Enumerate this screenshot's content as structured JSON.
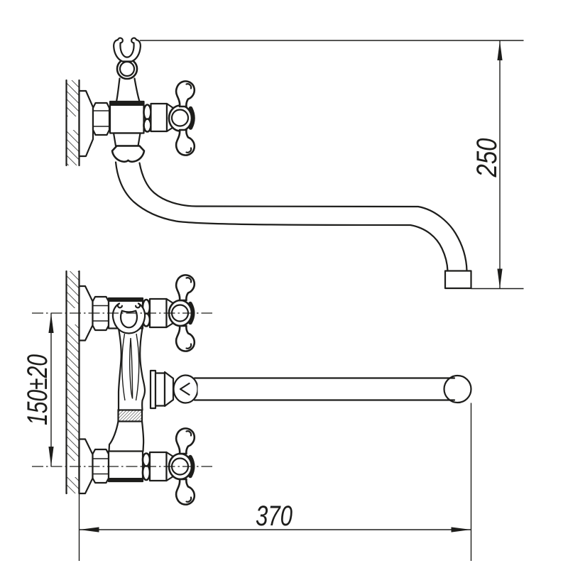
{
  "drawing": {
    "background": "#ffffff",
    "line_color": "#1d1d1b",
    "subject": "wall-mounted two-handle faucet, side view with S-spout and front view",
    "dimensions": {
      "spout_height": {
        "value": "250",
        "orientation": "vertical"
      },
      "mounting_span": {
        "value": "150±20",
        "orientation": "vertical"
      },
      "spout_reach": {
        "value": "370",
        "orientation": "horizontal"
      }
    }
  }
}
